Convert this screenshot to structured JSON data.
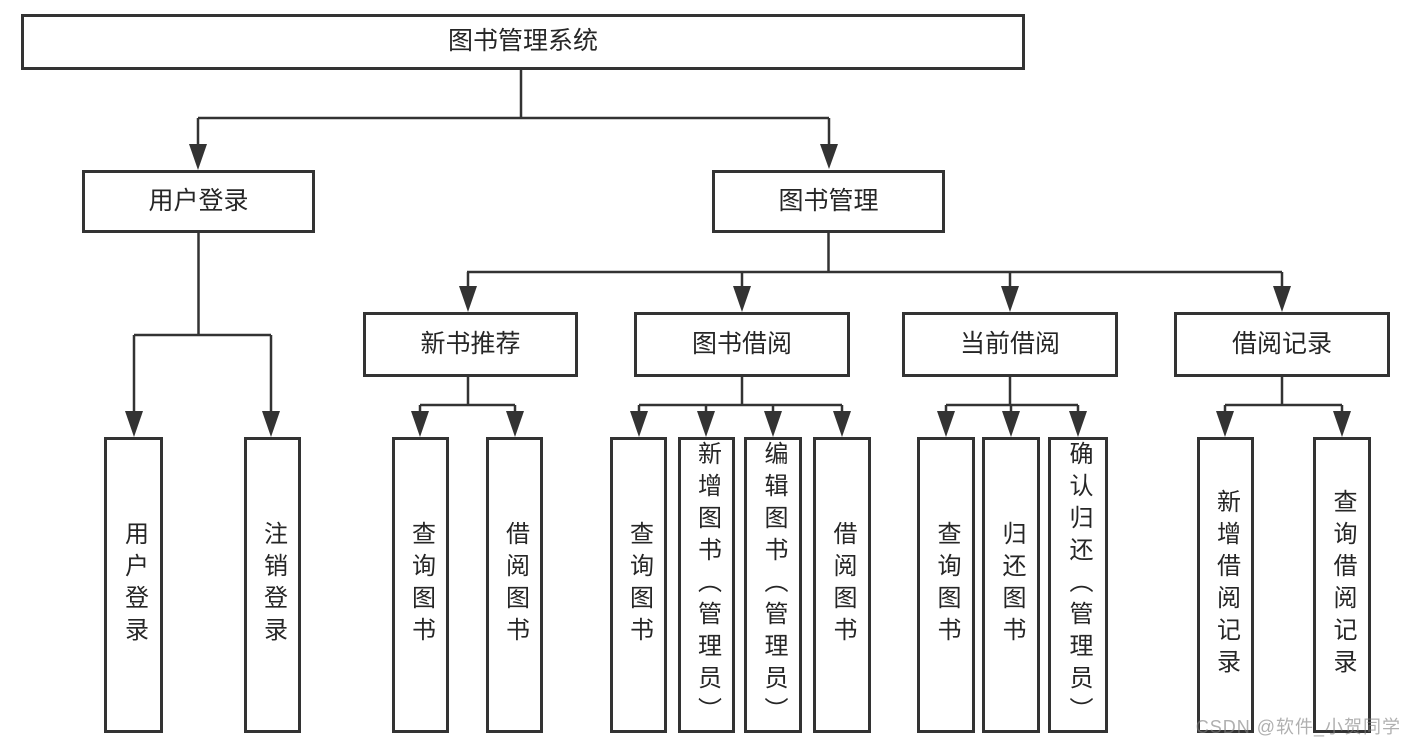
{
  "diagram": {
    "type": "hierarchy-tree",
    "colors": {
      "background": "#ffffff",
      "box_border": "#333333",
      "line": "#333333",
      "text": "#262626",
      "watermark_text": "#808080"
    },
    "tree": {
      "root": "图书管理系统",
      "children": [
        {
          "label": "用户登录",
          "children": [
            {
              "label": "用户登录"
            },
            {
              "label": "注销登录"
            }
          ]
        },
        {
          "label": "图书管理",
          "children": [
            {
              "label": "新书推荐",
              "children": [
                {
                  "label": "查询图书"
                },
                {
                  "label": "借阅图书"
                }
              ]
            },
            {
              "label": "图书借阅",
              "children": [
                {
                  "label": "查询图书"
                },
                {
                  "label": "新增图书（管理员）"
                },
                {
                  "label": "编辑图书（管理员）"
                },
                {
                  "label": "借阅图书"
                }
              ]
            },
            {
              "label": "当前借阅",
              "children": [
                {
                  "label": "查询图书"
                },
                {
                  "label": "归还图书"
                },
                {
                  "label": "确认归还（管理员）"
                }
              ]
            },
            {
              "label": "借阅记录",
              "children": [
                {
                  "label": "新增借阅记录"
                },
                {
                  "label": "查询借阅记录"
                }
              ]
            }
          ]
        }
      ]
    },
    "watermark": {
      "text": "CSDN @软件_小贺同学"
    }
  }
}
